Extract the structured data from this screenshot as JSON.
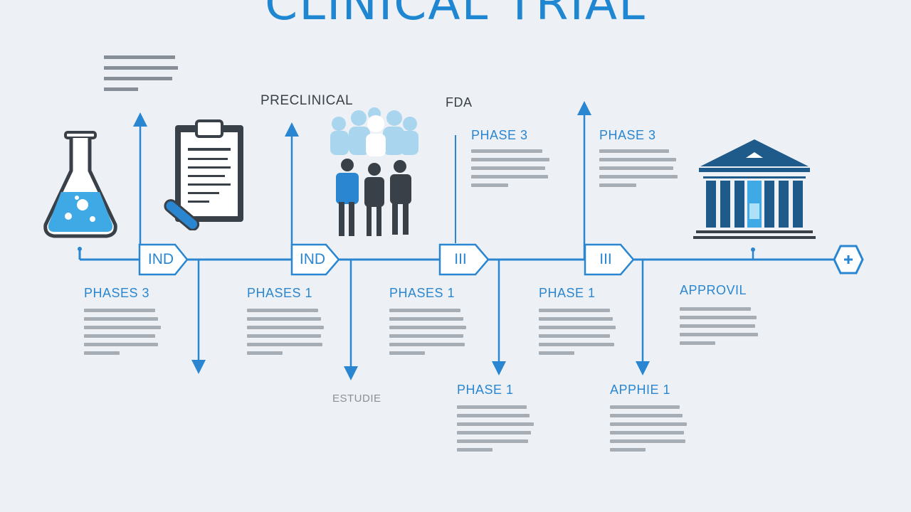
{
  "title": "CLINICAL TRIAL",
  "labels": {
    "preclinical": "PRECLINICAL",
    "fda": "FDA",
    "estudie": "ESTUDIE"
  },
  "nodes": [
    "IND",
    "IND",
    "III",
    "III"
  ],
  "upper_phases": [
    {
      "label": "PHASE 3"
    },
    {
      "label": "PHASE 3"
    }
  ],
  "lower_phases": [
    {
      "label": "PHASES 3"
    },
    {
      "label": "PHASES 1"
    },
    {
      "label": "PHASES 1"
    },
    {
      "label": "PHASE 1"
    },
    {
      "label": "APPROVIL"
    }
  ],
  "bottom_phases": [
    {
      "label": "PHASE 1"
    },
    {
      "label": "APPHIE 1"
    }
  ],
  "icons": [
    "flask-icon",
    "clipboard-icon",
    "people-icon",
    "courthouse-icon",
    "end-cap-icon"
  ],
  "colors": {
    "accent": "#2a86d0",
    "background": "#edf1f5",
    "dark": "#3a4048"
  }
}
